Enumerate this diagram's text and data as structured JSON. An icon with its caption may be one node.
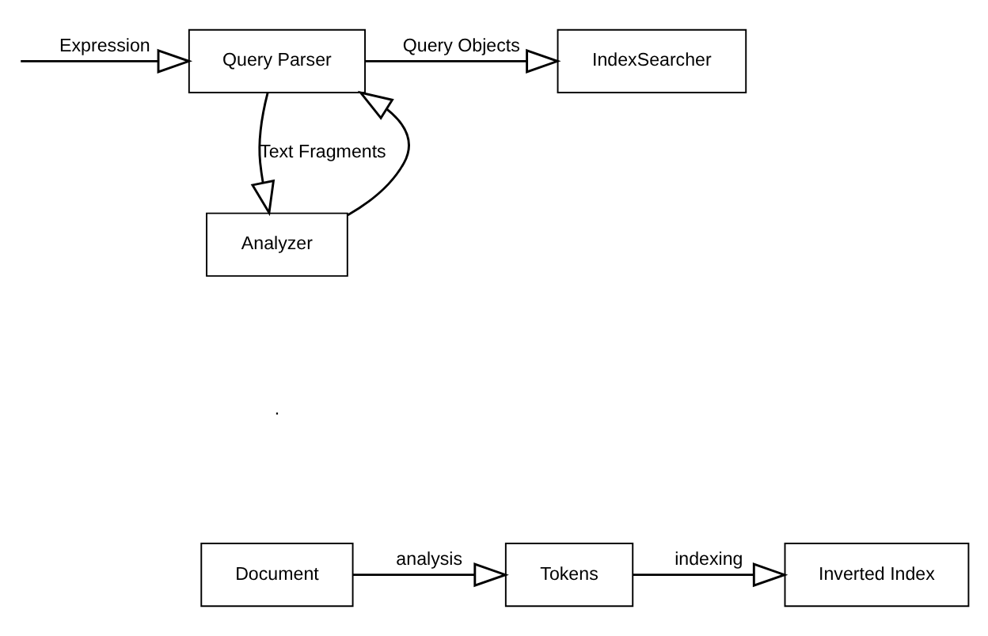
{
  "diagram": {
    "nodes": [
      {
        "text": [
          "Query Parser"
        ]
      },
      {
        "text": [
          "IndexSearcher"
        ]
      },
      {
        "text": [
          "Analyzer"
        ]
      },
      {
        "text": [
          "Document"
        ]
      },
      {
        "text": [
          "Tokens"
        ]
      },
      {
        "text": [
          "Inverted Index"
        ]
      }
    ],
    "edges": [
      {
        "from": null,
        "to": 0,
        "arrow": "to",
        "label": "Expression"
      },
      {
        "from": 0,
        "to": 1,
        "arrow": "to",
        "label": "Query Objects"
      },
      {
        "from": 2,
        "to": 0,
        "arrow": "to"
      },
      {
        "from": 0,
        "to": 2,
        "arrow": "to",
        "label": "Text Fragments"
      },
      {
        "from": 3,
        "to": 4,
        "arrow": "to",
        "label": "analysis"
      },
      {
        "from": 4,
        "to": 5,
        "arrow": "to",
        "label": "indexing"
      }
    ],
    "labels": [
      "."
    ]
  }
}
